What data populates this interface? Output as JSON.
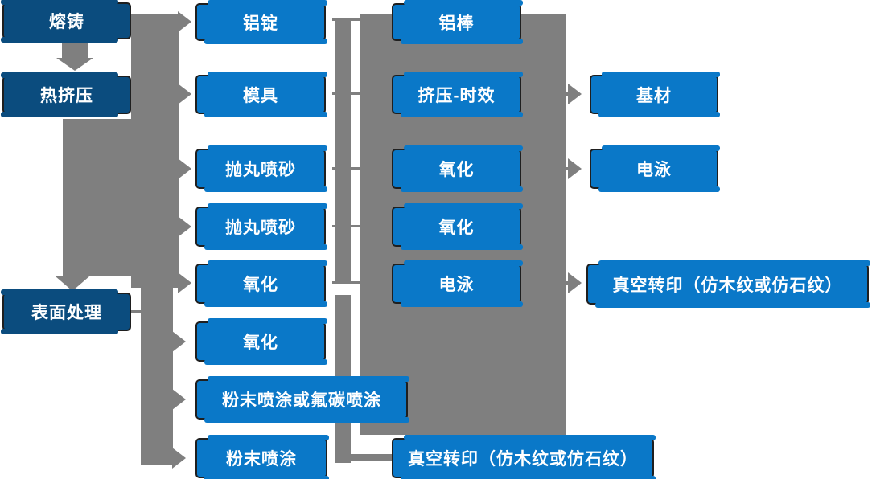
{
  "diagram": {
    "description": "Aluminium profile production process flowchart",
    "colors": {
      "stage_box_fill": "#0b4c7e",
      "process_box_fill": "#0a78c8",
      "box_border": "#1f1f1f",
      "box_text": "#ffffff",
      "connector_gray": "#7f7f7f",
      "background": "#ffffff"
    },
    "stages": [
      "熔铸",
      "热挤压",
      "表面处理"
    ],
    "nodes": [
      {
        "id": "rongzhu",
        "label": "熔铸",
        "type": "stage"
      },
      {
        "id": "rejiya",
        "label": "热挤压",
        "type": "stage"
      },
      {
        "id": "biaomianchuli",
        "label": "表面处理",
        "type": "stage"
      },
      {
        "id": "luding",
        "label": "铝锭",
        "type": "process"
      },
      {
        "id": "muju",
        "label": "模具",
        "type": "process"
      },
      {
        "id": "paowan-1",
        "label": "抛丸喷砂",
        "type": "process"
      },
      {
        "id": "paowan-2",
        "label": "抛丸喷砂",
        "type": "process"
      },
      {
        "id": "yanghua-c2-1",
        "label": "氧化",
        "type": "process"
      },
      {
        "id": "yanghua-c2-2",
        "label": "氧化",
        "type": "process"
      },
      {
        "id": "fenmo-futan",
        "label": "粉末喷涂或氟碳喷涂",
        "type": "process"
      },
      {
        "id": "fenmo",
        "label": "粉末喷涂",
        "type": "process"
      },
      {
        "id": "lubang",
        "label": "铝棒",
        "type": "process"
      },
      {
        "id": "jiya-shixiao",
        "label": "挤压-时效",
        "type": "process"
      },
      {
        "id": "yanghua-c3-1",
        "label": "氧化",
        "type": "process"
      },
      {
        "id": "yanghua-c3-2",
        "label": "氧化",
        "type": "process"
      },
      {
        "id": "dianyong-c3",
        "label": "电泳",
        "type": "process"
      },
      {
        "id": "zhenkong-c3",
        "label": "真空转印（仿木纹或仿石纹）",
        "type": "process"
      },
      {
        "id": "jicai",
        "label": "基材",
        "type": "process"
      },
      {
        "id": "dianyong-c4",
        "label": "电泳",
        "type": "process"
      },
      {
        "id": "zhenkong-c4",
        "label": "真空转印（仿木纹或仿石纹）",
        "type": "process"
      }
    ]
  }
}
